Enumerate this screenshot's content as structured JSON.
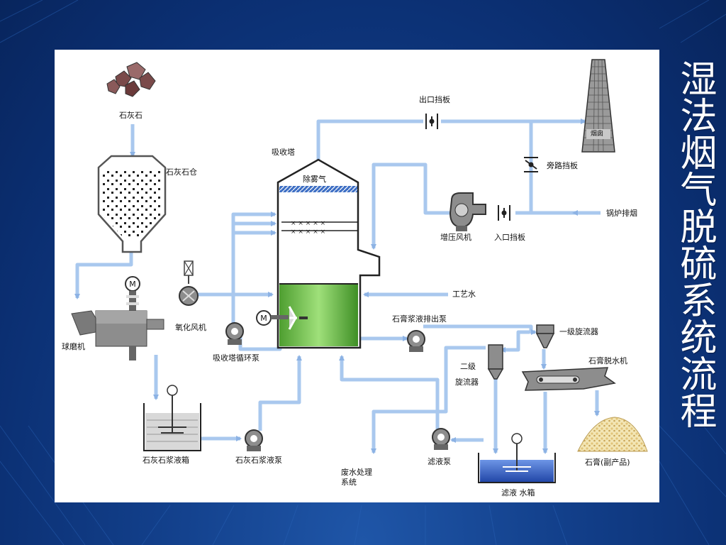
{
  "slide": {
    "title": "湿法烟气脱硫系统流程"
  },
  "diagram": {
    "labels": {
      "limestone": "石灰石",
      "limestone_silo": "石灰石仓",
      "ball_mill": "球磨机",
      "oxidation_fan": "氧化风机",
      "absorber": "吸收塔",
      "demister": "除雾气",
      "outlet_damper": "出口挡板",
      "chimney": "烟囱",
      "bypass_damper": "旁路挡板",
      "booster_fan": "增压风机",
      "inlet_damper": "入口挡板",
      "boiler_flue": "锅炉排烟",
      "process_water": "工艺水",
      "gypsum_pump": "石膏浆液排出泵",
      "primary_cyclone": "一级旋流器",
      "secondary_cyclone_1": "二级",
      "secondary_cyclone_2": "旋流器",
      "gypsum_dewater": "石膏脱水机",
      "gypsum_product": "石膏(副产品)",
      "circ_pump": "吸收塔循环泵",
      "slurry_tank": "石灰石浆液箱",
      "slurry_pump": "石灰石浆液泵",
      "wastewater_1": "废水处理",
      "wastewater_2": "系统",
      "filtrate_pump": "滤液泵",
      "filtrate_tank": "滤液 水箱",
      "motor": "M"
    },
    "colors": {
      "pipe": "#a9c8ee",
      "arrow": "#8cb2e4",
      "slurry_green": "#6fc24a",
      "equipment": "#7f7f7f",
      "demister_band": "#3e6fc4"
    }
  }
}
